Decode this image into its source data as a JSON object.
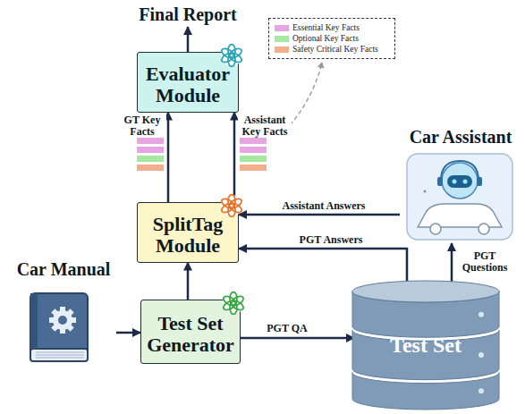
{
  "diagram": {
    "nodes": [
      {
        "text": [
          "Final Report"
        ]
      },
      {
        "text": [
          "Evaluator Module"
        ]
      },
      {
        "text": [
          "Car Assistant"
        ]
      },
      {
        "text": [
          "SplitTag Module"
        ]
      },
      {
        "text": [
          "Car Manual"
        ]
      },
      {
        "text": [
          "Test Set Generator"
        ]
      },
      {
        "text": [
          "Test Set"
        ]
      }
    ],
    "edges": [
      {
        "from": 1,
        "to": 0,
        "arrow": "to"
      },
      {
        "from": 3,
        "to": 1,
        "label": "GT Key Facts",
        "arrow": "to"
      },
      {
        "from": 3,
        "to": 1,
        "label": "Assistant Key Facts",
        "arrow": "to"
      },
      {
        "from": 2,
        "to": 3,
        "label": "Assistant Answers",
        "arrow": "to"
      },
      {
        "from": 6,
        "to": 3,
        "label": "PGT Answers",
        "arrow": "to"
      },
      {
        "from": 6,
        "to": 2,
        "label": "PGT Questions",
        "arrow": "to"
      },
      {
        "from": 4,
        "to": 5,
        "arrow": "to"
      },
      {
        "from": 5,
        "to": 3,
        "arrow": "to"
      },
      {
        "from": 5,
        "to": 6,
        "label": "PGT QA",
        "arrow": "to"
      }
    ],
    "legend": [
      {
        "text": "Essential Key Facts",
        "color": "#e7a6e3"
      },
      {
        "text": "Optional Key Facts",
        "color": "#a6e8a0"
      },
      {
        "text": "Safety Critical Key Facts",
        "color": "#f5ae8c"
      }
    ]
  }
}
